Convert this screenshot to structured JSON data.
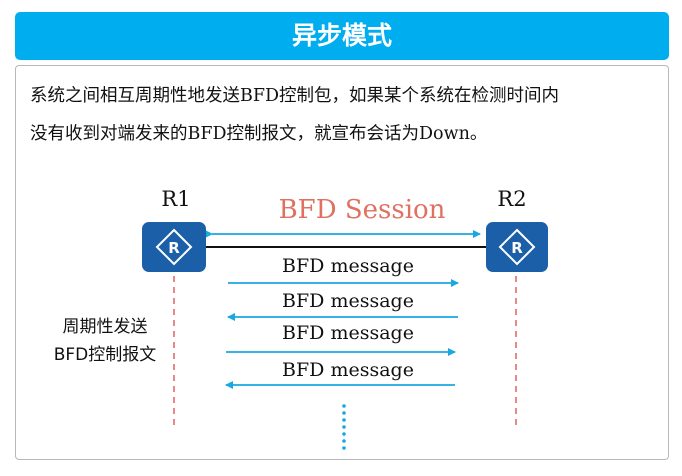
{
  "header": {
    "title": "异步模式"
  },
  "description": {
    "line1": "系统之间相互周期性地发送BFD控制包，如果某个系统在检测时间内",
    "line2": "没有收到对端发来的BFD控制报文，就宣布会话为Down。"
  },
  "diagram": {
    "router_left": "R1",
    "router_right": "R2",
    "router_icon_text": "R",
    "session_label": "BFD Session",
    "side_label_line1": "周期性发送",
    "side_label_line2": "BFD控制报文",
    "messages": [
      {
        "label": "BFD message",
        "direction": "right"
      },
      {
        "label": "BFD message",
        "direction": "left"
      },
      {
        "label": "BFD message",
        "direction": "right"
      },
      {
        "label": "BFD message",
        "direction": "left"
      }
    ],
    "colors": {
      "banner": "#00ADEF",
      "arrow": "#1AA8E0",
      "router": "#1B5FA8",
      "session_text": "#E07060",
      "dashed_line": "#E06060"
    }
  }
}
